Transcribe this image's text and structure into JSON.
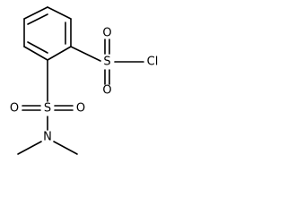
{
  "molecule": {
    "atoms": {
      "s_sulfonyl_chloride": "S",
      "o_top": "O",
      "o_bottom": "O",
      "cl": "Cl",
      "s_sulfonamide": "S",
      "o_left": "O",
      "o_right": "O",
      "n": "N"
    }
  },
  "colors": {
    "bond": "#000000",
    "label": "#000000",
    "background": "#ffffff"
  }
}
